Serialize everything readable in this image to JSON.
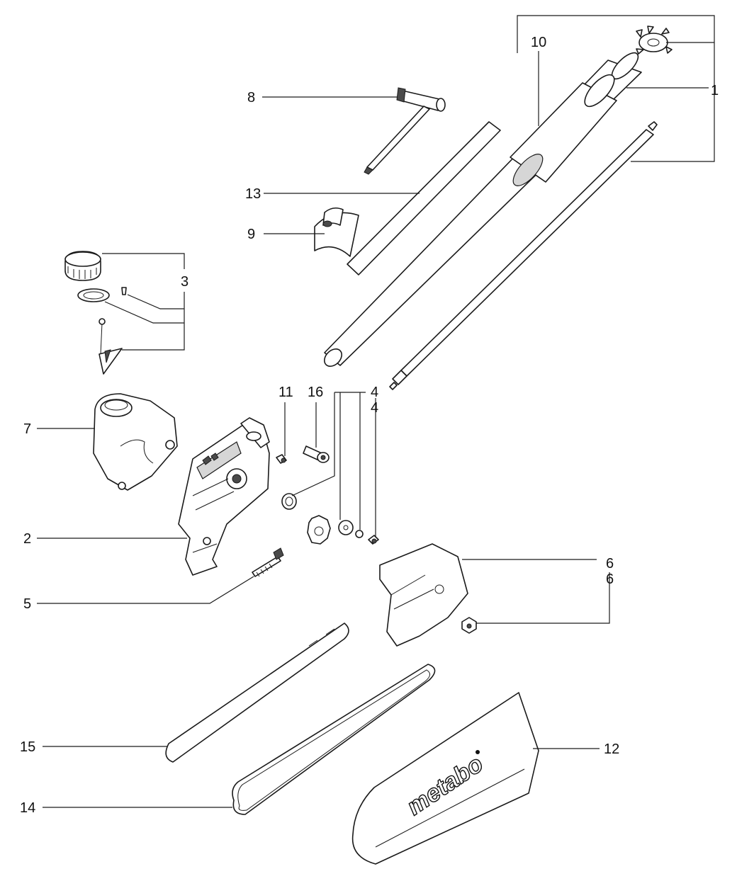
{
  "brand": "metabo",
  "labels": {
    "p1": "1",
    "p2": "2",
    "p3": "3",
    "p4a": "4",
    "p4b": "4",
    "p5": "5",
    "p6a": "6",
    "p6b": "6",
    "p7": "7",
    "p8": "8",
    "p9": "9",
    "p10": "10",
    "p11": "11",
    "p12": "12",
    "p13": "13",
    "p14": "14",
    "p15": "15",
    "p16": "16"
  }
}
